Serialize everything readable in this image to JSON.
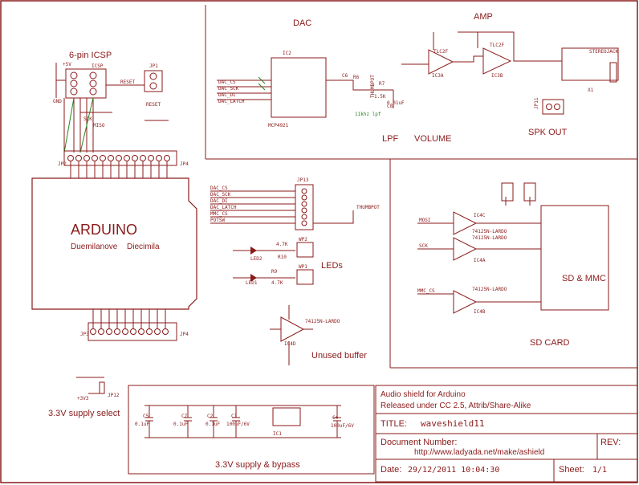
{
  "sections": {
    "dac": "DAC",
    "amp": "AMP",
    "lpf": "LPF",
    "volume": "VOLUME",
    "spk_out": "SPK OUT",
    "sd_mmc": "SD & MMC",
    "sd_card": "SD CARD",
    "leds": "LEDs",
    "unused_buffer": "Unused buffer",
    "icsp": "6-pin ICSP",
    "supply_select": "3.3V supply select",
    "supply_bypass": "3.3V supply & bypass"
  },
  "arduino": {
    "title": "ARDUINO",
    "subtitle1": "Duemilanove",
    "subtitle2": "Diecimila"
  },
  "title_block": {
    "desc1": "Audio shield for Arduino",
    "desc2": "Released under CC 2.5, Attrib/Share-Alike",
    "title_label": "TITLE:",
    "title_value": "waveshield11",
    "doc_label": "Document Number:",
    "doc_value": "http://www.ladyada.net/make/ashield",
    "rev_label": "REV:",
    "date_label": "Date:",
    "date_value": "29/12/2011 10:04:30",
    "sheet_label": "Sheet:",
    "sheet_value": "1/1"
  },
  "parts": {
    "ic2": "IC2",
    "mcp": "MCP4921",
    "ic3a": "IC3A",
    "ic3b": "IC3B",
    "tlc": "TLC2F",
    "ic4c": "IC4C",
    "ic4a": "IC4A",
    "ic4b": "IC4B",
    "ic4d": "IC4D",
    "buf": "74125N-LARDO",
    "x1": "X1",
    "stereo": "STEREOJACK",
    "jp1": "JP1",
    "jp2": "JP2",
    "jp3": "JP3",
    "jp4": "JP4",
    "jp11": "JP11",
    "jp12": "JP12",
    "jp13": "JP13",
    "ic1": "IC1",
    "reset": "RESET",
    "led1": "LED1",
    "led2": "LED2",
    "r9": "R9",
    "r10": "R10",
    "r47k": "4.7K",
    "wp1": "WP1",
    "wp2": "WP2",
    "c6": "C6",
    "c8": "C8",
    "r6": "R6",
    "r7": "R7",
    "lpf_note": "11khz lpf",
    "c01": "0.01uF",
    "r15k": "1.5K",
    "tmpot": "THUMBPOT",
    "icsp": "ICSP",
    "gnd": "GND",
    "v5": "+5V",
    "v33": "+3V3"
  },
  "signals": {
    "dac_cs": "DAC_CS",
    "dac_sck": "DAC_SCK",
    "dac_di": "DAC_DI",
    "dac_latch": "DAC_LATCH",
    "mmc_cs": "MMC_CS",
    "potsw": "POTSW",
    "mosi": "MOSI",
    "sck": "SCK",
    "miso": "MISO",
    "reset": "RESET"
  },
  "caps": {
    "c5": "C5",
    "c7": "C7",
    "c2": "C2",
    "c1": "C1",
    "c4": "C4",
    "c01": "0.1uF",
    "c100": "100uF/6V"
  }
}
